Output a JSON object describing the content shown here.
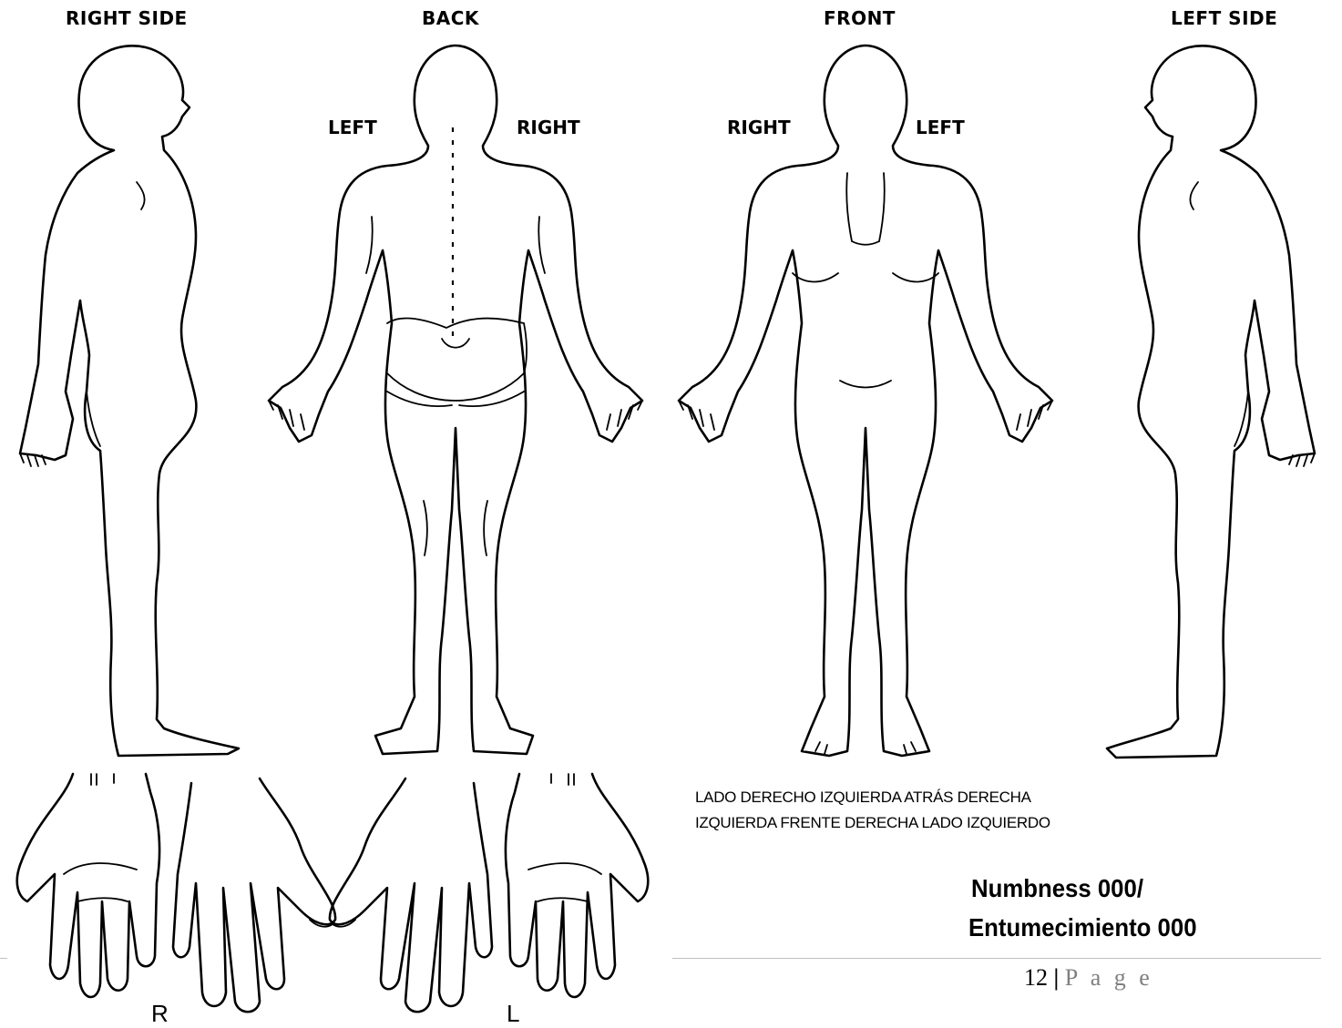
{
  "views": {
    "right_side": "RIGHT SIDE",
    "back": "BACK",
    "front": "FRONT",
    "left_side": "LEFT SIDE"
  },
  "back_sides": {
    "left": "LEFT",
    "right": "RIGHT"
  },
  "front_sides": {
    "right": "RIGHT",
    "left": "LEFT"
  },
  "hands": {
    "right_letter": "R",
    "left_letter": "L"
  },
  "spanish": {
    "line1": "LADO DERECHO   IZQUIERDA   ATRÁS   DERECHA",
    "line2": "IZQUIERDA  FRENTE   DERECHA             LADO IZQUIERDO"
  },
  "numbness": {
    "line1": "Numbness 000/",
    "line2": "Entumecimiento 000"
  },
  "footer": {
    "page_number": "12",
    "separator": "|",
    "page_word": "P a g e"
  }
}
